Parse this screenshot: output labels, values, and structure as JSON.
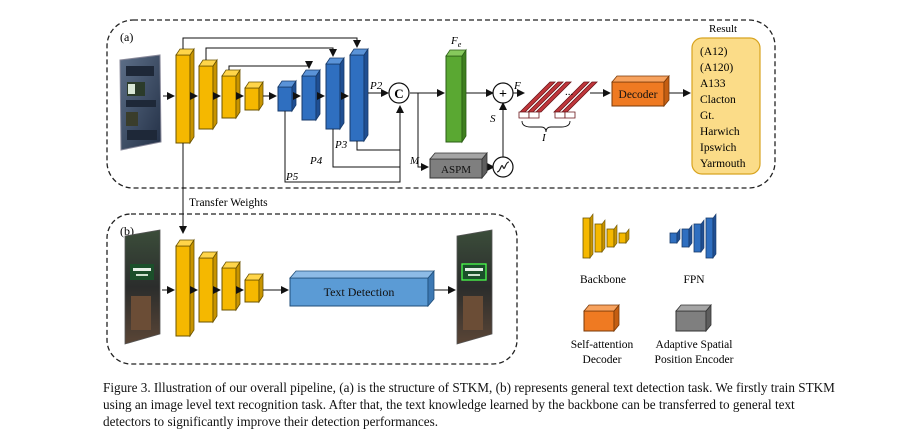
{
  "panel_a_label": "(a)",
  "panel_b_label": "(b)",
  "result": {
    "title": "Result",
    "items": [
      "(A12)",
      "(A120)",
      "A133",
      "Clacton",
      "Gt.",
      "Harwich",
      "Ipswich",
      "Yarmouth"
    ]
  },
  "labels": {
    "fe": "F",
    "fe_sub": "e",
    "f": "F",
    "s": "S",
    "m": "M",
    "i": "I",
    "p2": "P2",
    "p3": "P3",
    "p4": "P4",
    "p5": "P5",
    "concat": "C",
    "plus": "+",
    "dots": "...",
    "aspm": "ASPM",
    "decoder": "Decoder",
    "transfer_weights": "Transfer Weights",
    "text_detection": "Text Detection"
  },
  "legend": {
    "backbone": "Backbone",
    "fpn": "FPN",
    "self_attention_line1": "Self-attention",
    "self_attention_line2": "Decoder",
    "aspe_line1": "Adaptive Spatial",
    "aspe_line2": "Position Encoder"
  },
  "colors": {
    "backbone": "#f5b800",
    "fpn": "#2f6fc0",
    "decoder": "#ef7a22",
    "aspm": "#7f7f7f",
    "fe": "#5aa832",
    "result_bg": "#fbdc88",
    "text_detection": "#5b9bd5",
    "feature_stack": "#c0363b"
  },
  "caption": {
    "line1": "Figure 3. Illustration of our overall pipeline, (a) is the structure of STKM, (b) represents general text detection task. We firstly train STKM",
    "line2": "using an image level text recognition task.  After that, the text knowledge learned by the backbone can be transferred to general text",
    "line3": "detectors to significantly improve their detection performances."
  }
}
